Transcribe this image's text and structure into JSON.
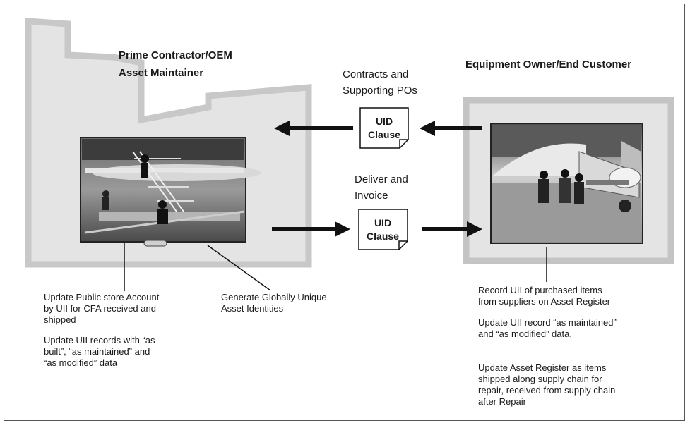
{
  "left_party": {
    "title_line1": "Prime Contractor/OEM",
    "title_line2": "Asset Maintainer"
  },
  "right_party": {
    "title": "Equipment Owner/End Customer"
  },
  "flows": {
    "top_label_line1": "Contracts and",
    "top_label_line2": "Supporting POs",
    "bottom_label_line1": "Deliver and",
    "bottom_label_line2": "Invoice"
  },
  "uid_docs": {
    "top": {
      "line1": "UID",
      "line2": "Clause"
    },
    "bottom": {
      "line1": "UID",
      "line2": "Clause"
    }
  },
  "notes": {
    "left_1": [
      "Update Public store Account",
      "by UII for CFA received and",
      "shipped"
    ],
    "left_2": [
      "Update UII records with “as",
      "built”, “as maintained” and",
      "“as modified” data"
    ],
    "center": [
      "Generate Globally Unique",
      "Asset Identities"
    ],
    "right_1": [
      "Record UII of purchased items",
      "from suppliers on Asset Register"
    ],
    "right_2": [
      "Update UII record “as maintained”",
      "and “as modified” data."
    ],
    "right_3": [
      "Update Asset Register as items",
      "shipped along supply chain for",
      "repair, received from supply chain",
      "after Repair"
    ]
  },
  "colors": {
    "factory_fill": "#e4e4e4",
    "factory_stroke": "#c4c4c4",
    "arrow": "#111111"
  },
  "icons": {
    "factory": "factory-silhouette",
    "document": "document-folded-corner"
  }
}
